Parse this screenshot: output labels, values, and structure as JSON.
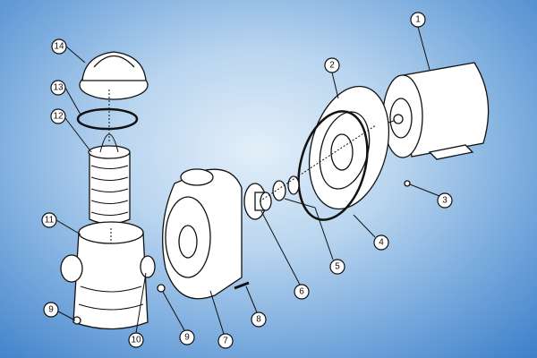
{
  "diagram": {
    "type": "exploded parts diagram",
    "callouts": [
      {
        "id": "c1",
        "label": "1"
      },
      {
        "id": "c2",
        "label": "2"
      },
      {
        "id": "c3",
        "label": "3"
      },
      {
        "id": "c4",
        "label": "4"
      },
      {
        "id": "c5",
        "label": "5"
      },
      {
        "id": "c6",
        "label": "6"
      },
      {
        "id": "c7",
        "label": "7"
      },
      {
        "id": "c8",
        "label": "8"
      },
      {
        "id": "c9a",
        "label": "9"
      },
      {
        "id": "c9b",
        "label": "9"
      },
      {
        "id": "c10",
        "label": "10"
      },
      {
        "id": "c11",
        "label": "11"
      },
      {
        "id": "c12",
        "label": "12"
      },
      {
        "id": "c13",
        "label": "13"
      },
      {
        "id": "c14",
        "label": "14"
      }
    ]
  }
}
